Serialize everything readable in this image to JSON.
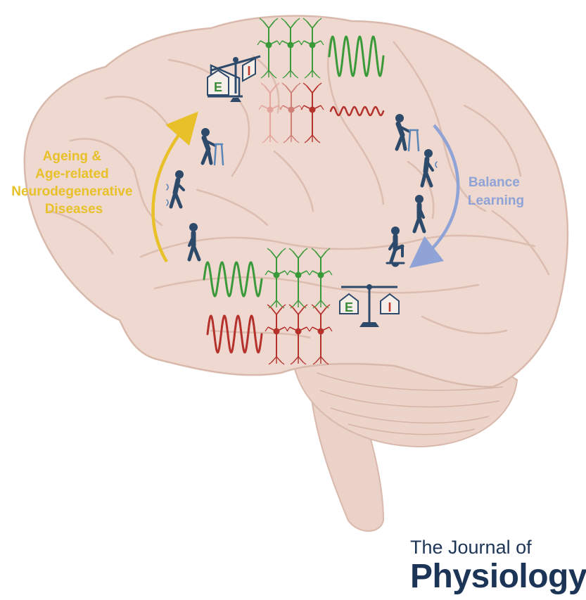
{
  "left_label": {
    "lines": [
      "Ageing &",
      "Age-related",
      "Neurodegenerative",
      "Diseases"
    ],
    "color": "#e8c12a"
  },
  "right_label": {
    "lines": [
      "Balance",
      "Learning"
    ],
    "color": "#8fa3d6"
  },
  "scale_top": {
    "left_letter": "E",
    "right_letter": "I"
  },
  "scale_bottom": {
    "left_letter": "E",
    "right_letter": "I"
  },
  "journal": {
    "line1": "The Journal of",
    "line2": "Physiology",
    "color": "#1c3557"
  },
  "colors": {
    "brain": "#eed8cf",
    "brain_stroke": "#d9b9ac",
    "excitatory": "#3a9a3a",
    "inhibitory": "#b5312c",
    "figure": "#2d4a6b",
    "e_letter": "#3a8c3a",
    "i_letter": "#c0392b"
  },
  "icons": [
    "brain-icon",
    "neuron-icon",
    "wave-icon",
    "balance-scale-icon",
    "person-walking-icon",
    "person-with-walker-icon",
    "balance-board-icon"
  ]
}
